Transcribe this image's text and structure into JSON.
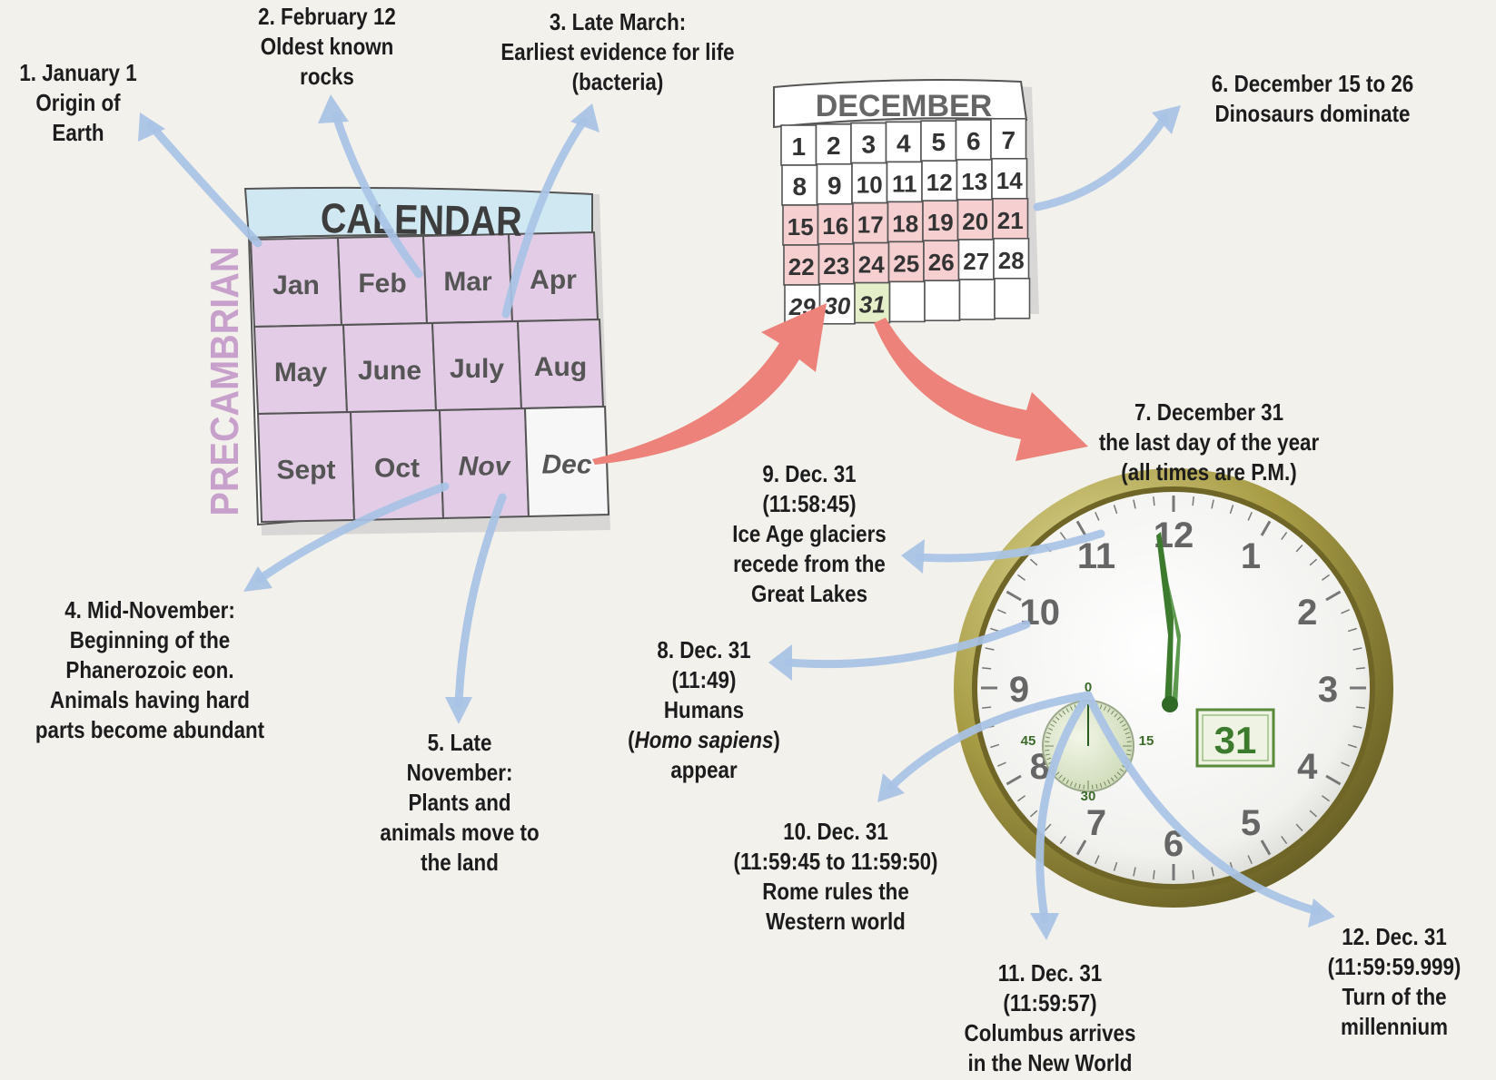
{
  "calendar": {
    "title": "CALENDAR",
    "side_label": "PRECAMBRIAN",
    "months": [
      "Jan",
      "Feb",
      "Mar",
      "Apr",
      "May",
      "June",
      "July",
      "Aug",
      "Sept",
      "Oct",
      "Nov",
      "Dec"
    ]
  },
  "december": {
    "title": "DECEMBER",
    "weeks": [
      [
        "1",
        "2",
        "3",
        "4",
        "5",
        "6",
        "7"
      ],
      [
        "8",
        "9",
        "10",
        "11",
        "12",
        "13",
        "14"
      ],
      [
        "15",
        "16",
        "17",
        "18",
        "19",
        "20",
        "21"
      ],
      [
        "22",
        "23",
        "24",
        "25",
        "26",
        "27",
        "28"
      ],
      [
        "29",
        "30",
        "31",
        "",
        "",
        "",
        ""
      ]
    ],
    "highlight_days": [
      "15",
      "16",
      "17",
      "18",
      "19",
      "20",
      "21",
      "22",
      "23",
      "24",
      "25",
      "26"
    ],
    "last_day": "31"
  },
  "clock": {
    "hour_numbers": [
      "12",
      "1",
      "2",
      "3",
      "4",
      "5",
      "6",
      "7",
      "8",
      "9",
      "10",
      "11"
    ],
    "subdial_labels": [
      "0",
      "15",
      "30",
      "45"
    ],
    "date_window": "31"
  },
  "events": {
    "e1": [
      "1. January 1",
      "Origin of",
      "Earth"
    ],
    "e2": [
      "2. February 12",
      "Oldest known",
      "rocks"
    ],
    "e3": [
      "3. Late March:",
      "Earliest evidence for life",
      "(bacteria)"
    ],
    "e4": [
      "4. Mid-November:",
      "Beginning of the",
      "Phanerozoic eon.",
      "Animals having hard",
      "parts become abundant"
    ],
    "e5": [
      "5. Late",
      "November:",
      "Plants and",
      "animals move to",
      "the land"
    ],
    "e6": [
      "6. December 15 to 26",
      "Dinosaurs dominate"
    ],
    "e7": [
      "7. December 31",
      "the last day of the year",
      "(all times are P.M.)"
    ],
    "e8": {
      "l1": "8. Dec. 31",
      "l2": "(11:49)",
      "l3": "Humans",
      "l4_open": "(",
      "l4_italic": "Homo sapiens",
      "l4_close": ")",
      "l5": "appear"
    },
    "e9": [
      "9. Dec. 31",
      "(11:58:45)",
      "Ice Age glaciers",
      "recede from the",
      "Great Lakes"
    ],
    "e10": [
      "10. Dec. 31",
      "(11:59:45 to 11:59:50)",
      "Rome rules the",
      "Western world"
    ],
    "e11": [
      "11. Dec. 31",
      "(11:59:57)",
      "Columbus arrives",
      "in the New World"
    ],
    "e12": [
      "12. Dec. 31",
      "(11:59:59.999)",
      "Turn of the",
      "millennium"
    ]
  },
  "colors": {
    "blue_arrow": "#a9c3e6",
    "red_arrow": "#ec8279",
    "month_purple": "#e3cde6",
    "calendar_header": "#cfe8f2",
    "december_pink": "#f6cfd1",
    "december_green": "#e4efc9",
    "clock_rim": "#8a7e33",
    "hand_green": "#3c7a2e"
  }
}
